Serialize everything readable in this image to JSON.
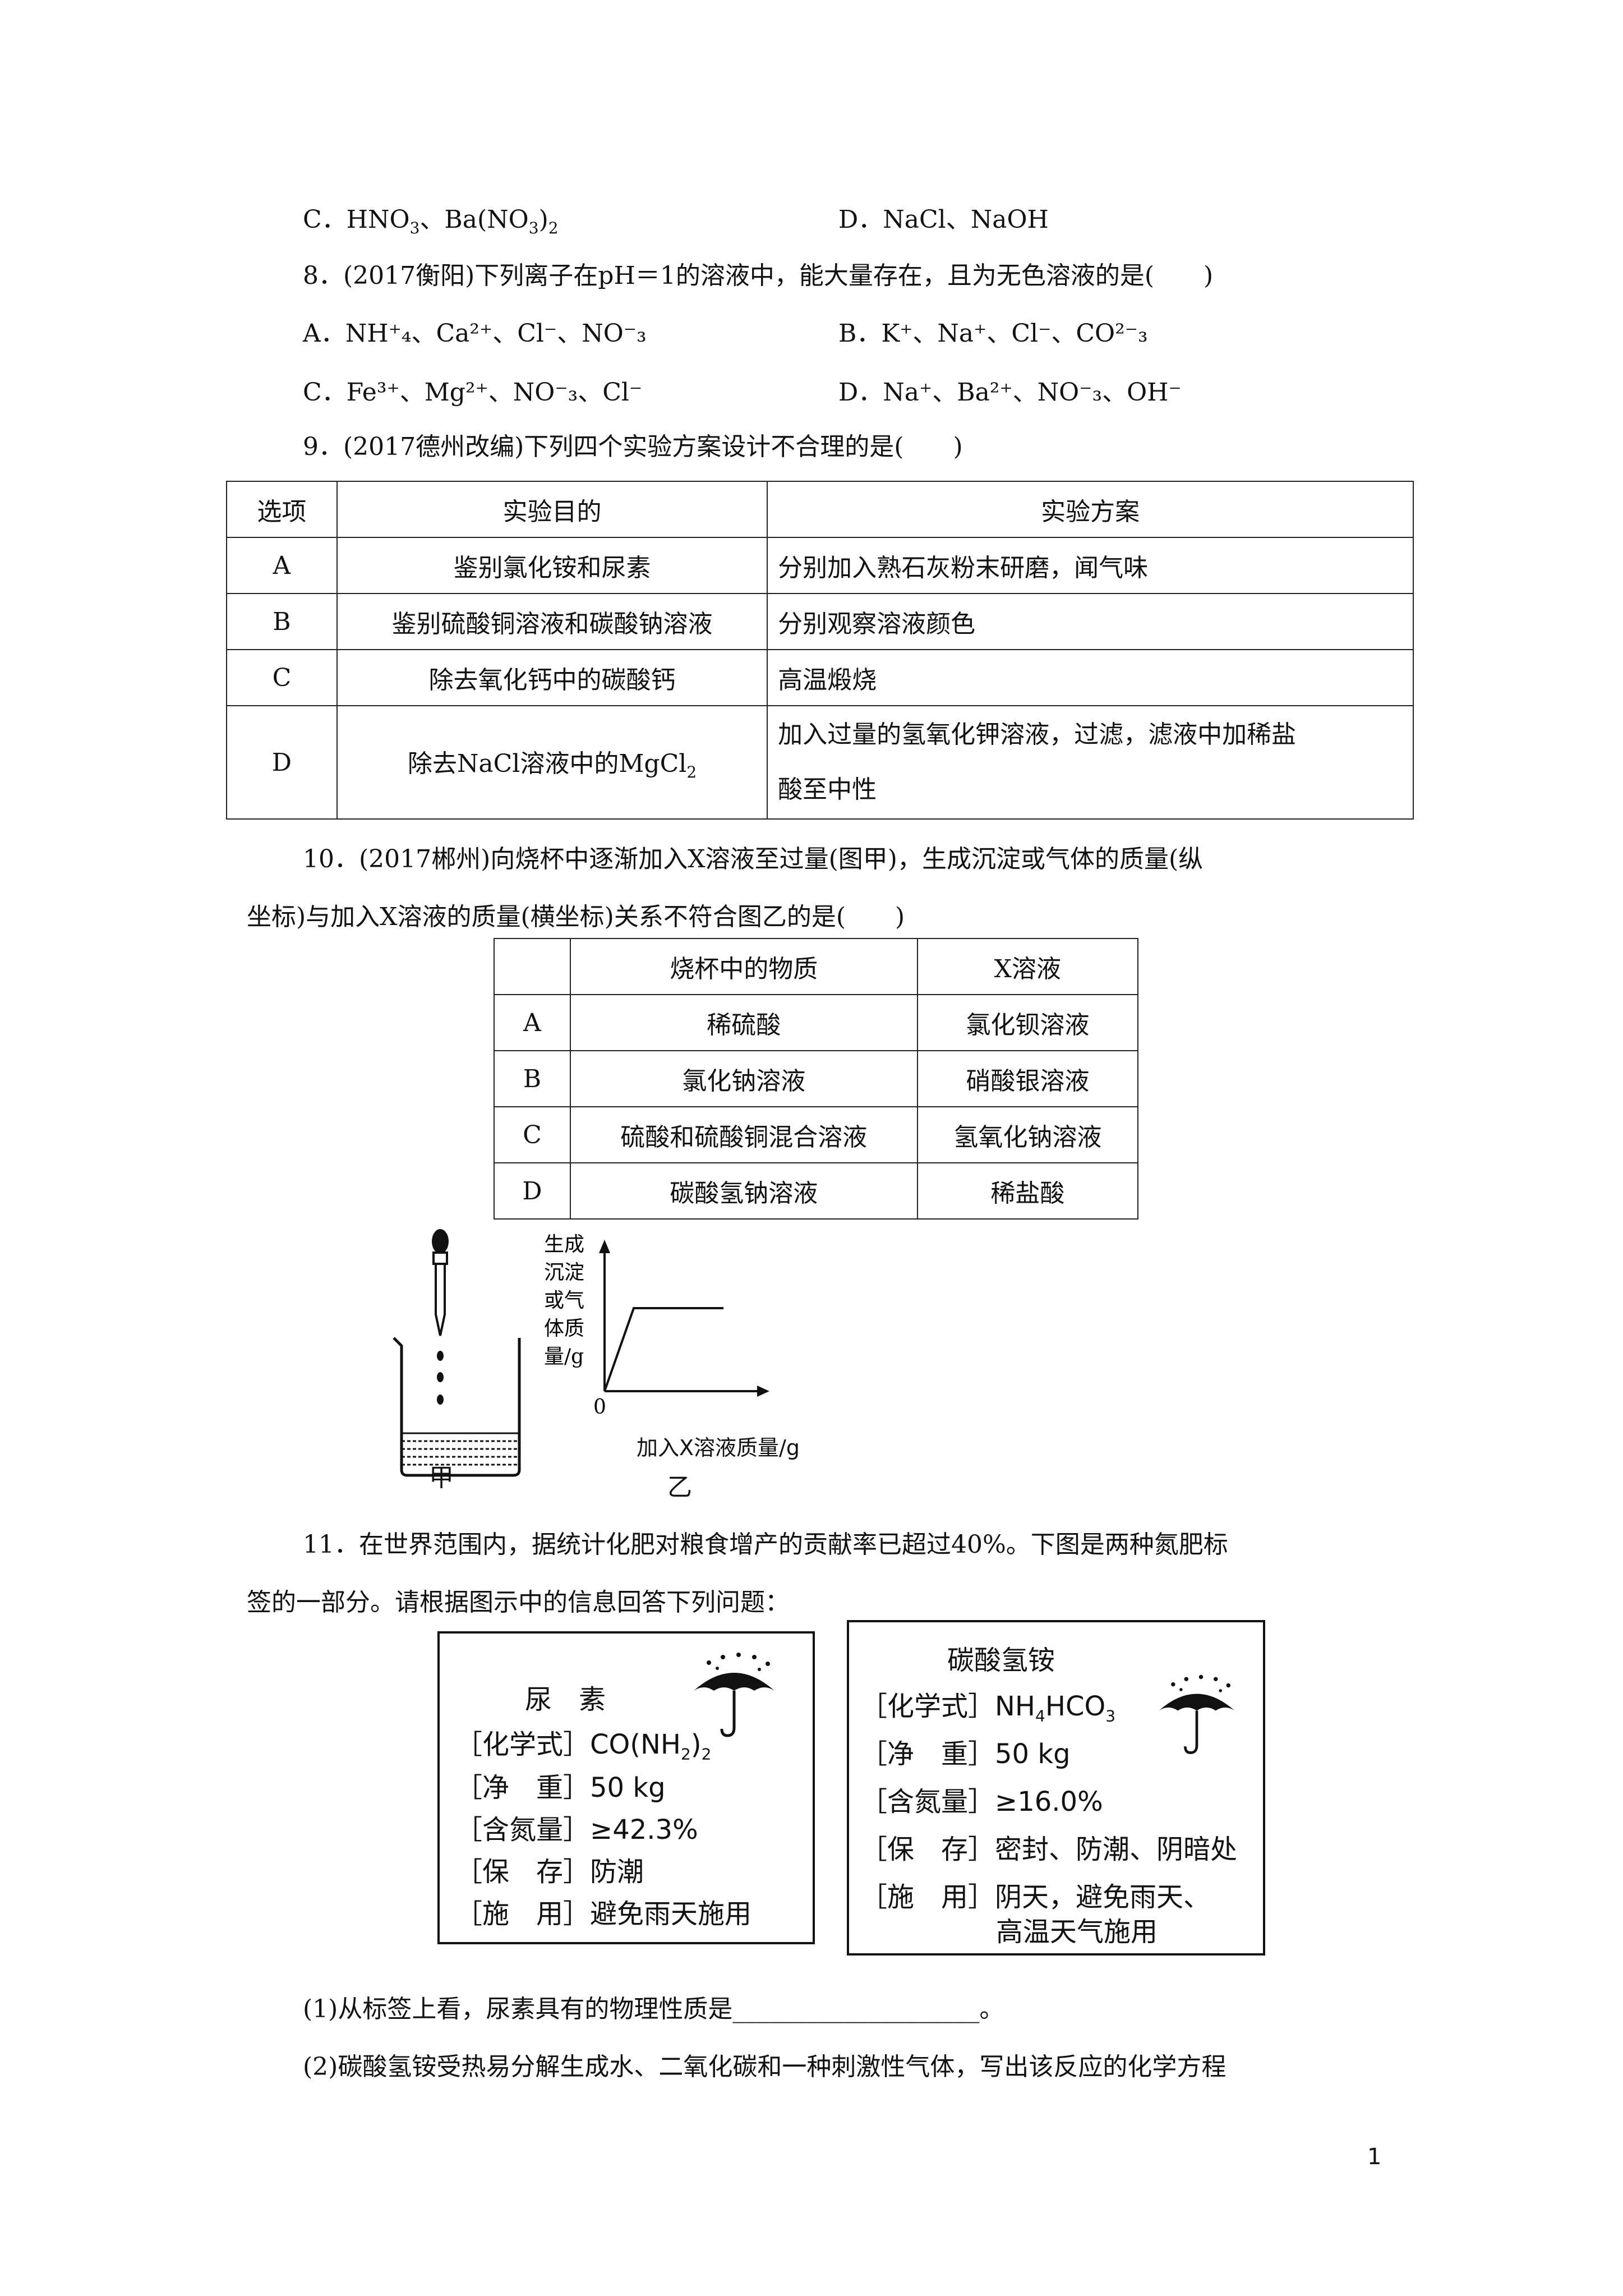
{
  "q7": {
    "c_pre": "C．HNO",
    "c_s1": "3",
    "c_mid": "、Ba(NO",
    "c_s2": "3",
    "c_post": ")",
    "c_s3": "2",
    "d": "D．NaCl、NaOH"
  },
  "q8": {
    "stem": "8．(2017衡阳)下列离子在pH＝1的溶液中，能大量存在，且为无色溶液的是(　　)",
    "a": "A．NH⁺₄、Ca²⁺、Cl⁻、NO⁻₃",
    "b": "B．K⁺、Na⁺、Cl⁻、CO²⁻₃",
    "c": "C．Fe³⁺、Mg²⁺、NO⁻₃、Cl⁻",
    "d": "D．Na⁺、Ba²⁺、NO⁻₃、OH⁻"
  },
  "q9": {
    "stem": "9．(2017德州改编)下列四个实验方案设计不合理的是(　　)",
    "headers": [
      "选项",
      "实验目的",
      "实验方案"
    ],
    "rows": [
      {
        "opt": "A",
        "goal": "鉴别氯化铵和尿素",
        "plan1": "分别加入熟石灰粉末研磨，闻气味",
        "plan2": ""
      },
      {
        "opt": "B",
        "goal": "鉴别硫酸铜溶液和碳酸钠溶液",
        "plan1": "分别观察溶液颜色",
        "plan2": ""
      },
      {
        "opt": "C",
        "goal": "除去氧化钙中的碳酸钙",
        "plan1": "高温煅烧",
        "plan2": ""
      },
      {
        "opt": "D",
        "goal": "除去NaCl溶液中的MgCl",
        "goal_sub": "2",
        "plan1": "加入过量的氢氧化钾溶液，过滤，滤液中加稀盐",
        "plan2": "酸至中性"
      }
    ]
  },
  "q10": {
    "stem1": "10．(2017郴州)向烧杯中逐渐加入X溶液至过量(图甲)，生成沉淀或气体的质量(纵",
    "stem2": "坐标)与加入X溶液的质量(横坐标)关系不符合图乙的是(　　)",
    "headers": [
      "",
      "烧杯中的物质",
      "X溶液"
    ],
    "rows": [
      {
        "opt": "A",
        "sub": "稀硫酸",
        "x": "氯化钡溶液"
      },
      {
        "opt": "B",
        "sub": "氯化钠溶液",
        "x": "硝酸银溶液"
      },
      {
        "opt": "C",
        "sub": "硫酸和硫酸铜混合溶液",
        "x": "氢氧化钠溶液"
      },
      {
        "opt": "D",
        "sub": "碳酸氢钠溶液",
        "x": "稀盐酸"
      }
    ],
    "fig_jia": "甲",
    "fig_yi": "乙",
    "y_label": [
      "生成",
      "沉淀",
      "或气",
      "体质",
      "量/g"
    ],
    "origin": "0",
    "x_label": "加入X溶液质量/g"
  },
  "q11": {
    "stem1": "11．在世界范围内，据统计化肥对粮食增产的贡献率已超过40%。下图是两种氮肥标",
    "stem2": "签的一部分。请根据图示中的信息回答下列问题：",
    "label1": {
      "title": "尿　素",
      "formula_pre": "［化学式］CO(NH",
      "formula_s1": "2",
      "formula_post": ")",
      "formula_s2": "2",
      "weight": "［净　重］50 kg",
      "n": "［含氮量］≥42.3%",
      "store": "［保　存］防潮",
      "use": "［施　用］避免雨天施用"
    },
    "label2": {
      "title": "碳酸氢铵",
      "formula_pre": "［化学式］NH",
      "formula_s1": "4",
      "formula_post": "HCO",
      "formula_s2": "3",
      "weight": "［净　重］50 kg",
      "n": "［含氮量］≥16.0%",
      "store": "［保　存］密封、防潮、阴暗处",
      "use1": "［施　用］阴天，避免雨天、",
      "use2": "高温天气施用"
    },
    "p1": "(1)从标签上看，尿素具有的物理性质是____________________。",
    "p2": "(2)碳酸氢铵受热易分解生成水、二氧化碳和一种刺激性气体，写出该反应的化学方程"
  },
  "page_number": "1"
}
